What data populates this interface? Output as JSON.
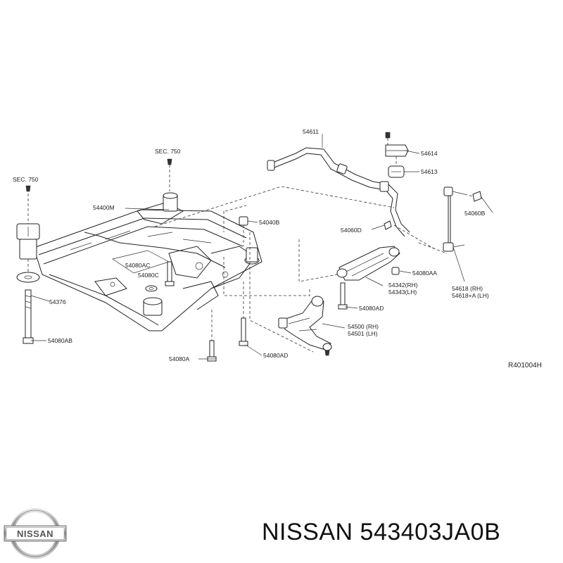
{
  "diagram": {
    "labels": {
      "sec750_left": "SEC. 750",
      "sec750_mid": "SEC. 750",
      "p54400M": "54400M",
      "p54080AC": "54080AC",
      "p54080C": "54080C",
      "p54376": "54376",
      "p54080AB": "54080AB",
      "p54080A": "54080A",
      "p54080AD_bottom": "54080AD",
      "p54040B": "54040B",
      "p54611": "54611",
      "p54614": "54614",
      "p54613": "54613",
      "p54060D": "54060D",
      "p54060B": "54060B",
      "p54342": "54342(RH)",
      "p54343": "54343(LH)",
      "p54080AA": "54080AA",
      "p54080AD_mid": "54080AD",
      "p54500": "54500 (RH)",
      "p54501": "54501 (LH)",
      "p54618_rh": "54618 (RH)",
      "p54618A_lh": "54618+A (LH)",
      "ref_code": "R401004H"
    }
  },
  "logo": {
    "text": "NISSAN"
  },
  "caption": {
    "text": "NISSAN 543403JA0B"
  }
}
